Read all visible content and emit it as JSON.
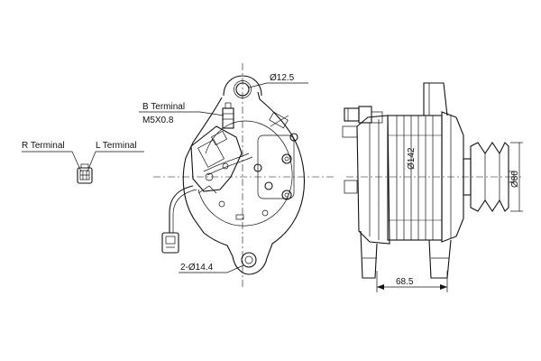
{
  "labels": {
    "r_terminal": "R Terminal",
    "l_terminal": "L Terminal",
    "b_terminal": "B Terminal",
    "b_thread": "M5X0.8",
    "dia_top_hole": "Ø12.5",
    "dia_bottom_holes": "2-Ø14.4",
    "dia_body": "Ø142",
    "dia_pulley": "Ø80",
    "length_mount": "68.5"
  }
}
